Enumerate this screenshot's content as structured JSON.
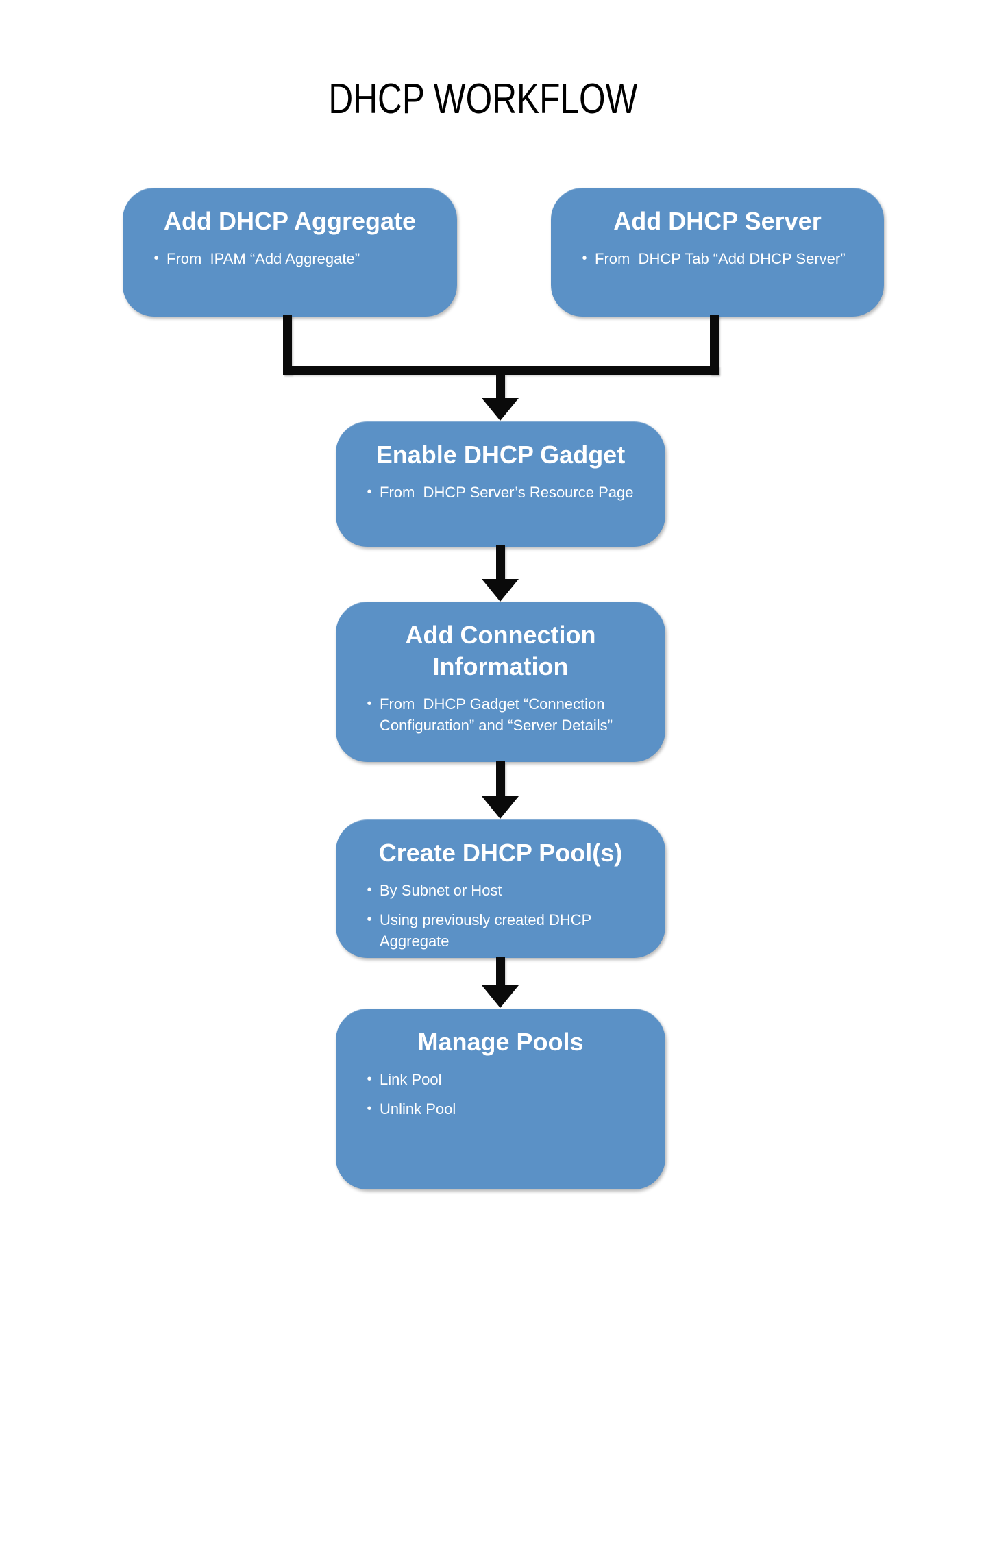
{
  "diagram": {
    "title": "DHCP WORKFLOW",
    "type": "flowchart"
  },
  "colors": {
    "node_fill": "#5b91c6",
    "node_text": "#ffffff",
    "connector": "#0a0a0a",
    "title_text": "#000000",
    "background": "#ffffff"
  },
  "flowchart": {
    "nodes": [
      {
        "id": "add-dhcp-aggregate",
        "title": "Add DHCP Aggregate",
        "bullets": [
          "From  IPAM “Add Aggregate”"
        ]
      },
      {
        "id": "add-dhcp-server",
        "title": "Add DHCP Server",
        "bullets": [
          "From  DHCP Tab “Add DHCP Server”"
        ]
      },
      {
        "id": "enable-dhcp-gadget",
        "title": "Enable DHCP Gadget",
        "bullets": [
          "From  DHCP Server’s Resource Page"
        ]
      },
      {
        "id": "add-connection-information",
        "title": "Add Connection Information",
        "bullets": [
          "From  DHCP Gadget “Connection Configuration” and “Server Details”"
        ]
      },
      {
        "id": "create-dhcp-pools",
        "title": "Create DHCP Pool(s)",
        "bullets": [
          "By Subnet or Host",
          "Using previously created DHCP Aggregate"
        ]
      },
      {
        "id": "manage-pools",
        "title": "Manage Pools",
        "bullets": [
          "Link Pool",
          "Unlink Pool"
        ]
      }
    ],
    "edges": [
      {
        "from": "add-dhcp-aggregate",
        "to": "enable-dhcp-gadget"
      },
      {
        "from": "add-dhcp-server",
        "to": "enable-dhcp-gadget"
      },
      {
        "from": "enable-dhcp-gadget",
        "to": "add-connection-information"
      },
      {
        "from": "add-connection-information",
        "to": "create-dhcp-pools"
      },
      {
        "from": "create-dhcp-pools",
        "to": "manage-pools"
      }
    ]
  }
}
